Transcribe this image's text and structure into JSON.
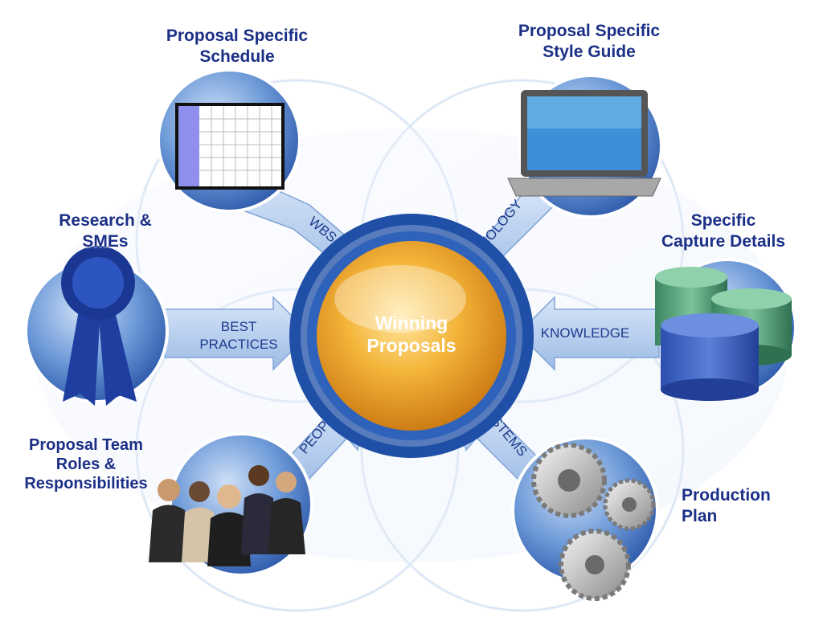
{
  "center": {
    "line1": "Winning",
    "line2": "Proposals"
  },
  "nodes": {
    "schedule": {
      "line1": "Proposal Specific",
      "line2": "Schedule"
    },
    "style": {
      "line1": "Proposal Specific",
      "line2": "Style Guide"
    },
    "research": {
      "line1": "Research &",
      "line2": "SMEs"
    },
    "capture": {
      "line1": "Specific",
      "line2": "Capture Details"
    },
    "team": {
      "line1": "Proposal Team",
      "line2": "Roles &",
      "line3": "Responsibilities"
    },
    "production": {
      "line1": "Production",
      "line2": "Plan"
    }
  },
  "arrows": {
    "wbs": "WBS",
    "technology": "TECHNOLOGY",
    "best_line1": "BEST",
    "best_line2": "PRACTICES",
    "knowledge": "KNOWLEDGE",
    "people": "PEOPLE",
    "systems": "SYSTEMS"
  },
  "colors": {
    "label": "#1b2f86",
    "node_fill": "#3a6cc0",
    "center_orange": "#f0a623",
    "ring": "#1f4fa6"
  },
  "icons": [
    "calendar-icon",
    "laptop-icon",
    "ribbon-icon",
    "database-cylinders-icon",
    "team-photo-icon",
    "gears-icon"
  ]
}
